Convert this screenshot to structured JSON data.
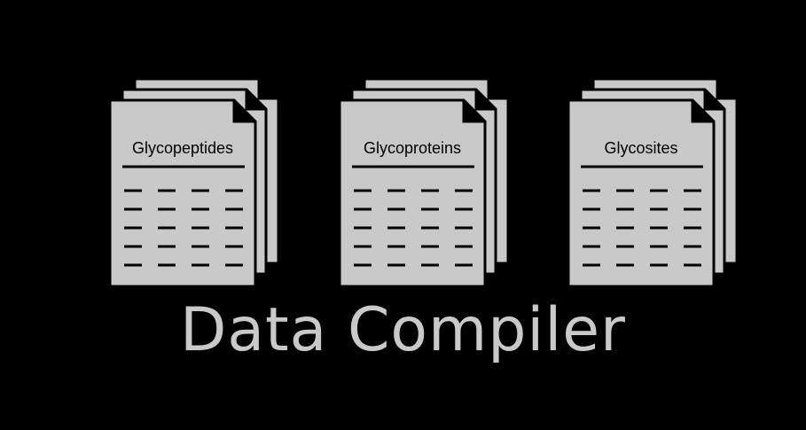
{
  "colors": {
    "background": "#000000",
    "document_fill": "#c9c9c9",
    "document_stroke": "#000000",
    "title_text": "#c9c9c9"
  },
  "documents": [
    {
      "label": "Glycopeptides",
      "icon": "document-stack-icon"
    },
    {
      "label": "Glycoproteins",
      "icon": "document-stack-icon"
    },
    {
      "label": "Glycosites",
      "icon": "document-stack-icon"
    }
  ],
  "title": "Data Compiler"
}
